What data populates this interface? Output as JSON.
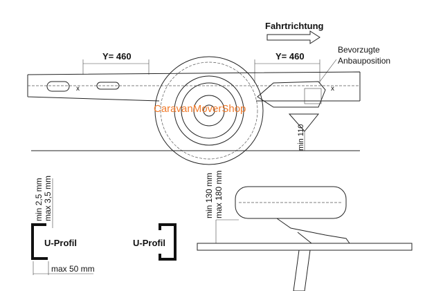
{
  "direction_label": "Fahrtrichtung",
  "preferred_position": [
    "Bevorzugte",
    "Anbauposition"
  ],
  "dimension_left": "Y= 460",
  "dimension_right": "Y= 460",
  "marker_x": "x",
  "min_ground": "min 110",
  "watermark": "CaravanMoverShop",
  "profile_left": {
    "label": "U-Profil",
    "thickness_min": "min 2,5 mm",
    "thickness_max": "max 3,5 mm",
    "height_max": "max 50 mm"
  },
  "profile_right": {
    "label": "U-Profil"
  },
  "wheel_clearance": {
    "min": "min 130 mm",
    "max": "max 180 mm"
  },
  "colors": {
    "watermark": "#f07a2a",
    "lines": "#222222"
  }
}
